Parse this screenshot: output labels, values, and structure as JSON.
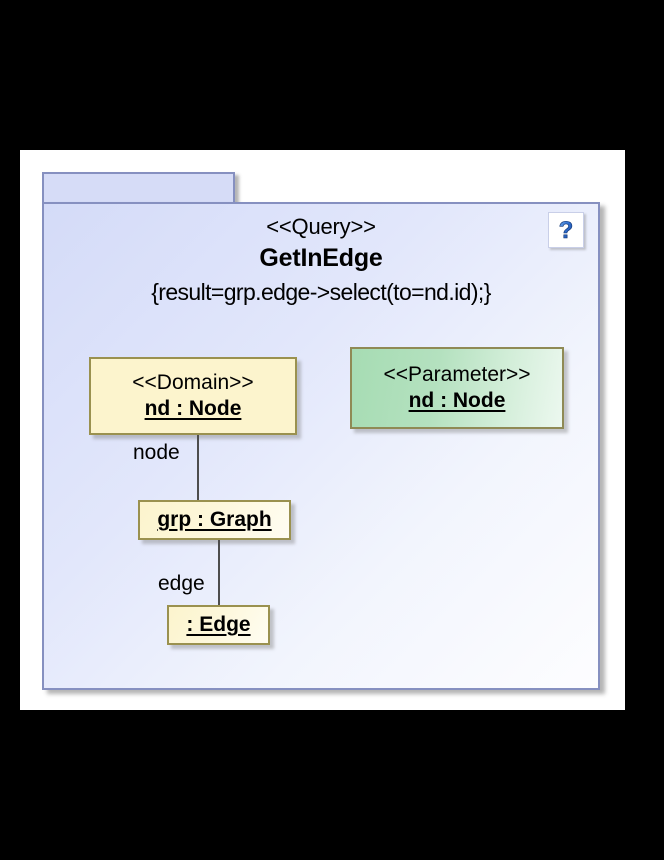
{
  "canvas": {
    "background": "#ffffff",
    "outer_background": "#000000"
  },
  "package": {
    "tab_label": "",
    "stereotype": "<<Query>>",
    "name": "GetInEdge",
    "constraint": "{result=grp.edge->select(to=nd.id);}",
    "fill_start": "#d4dbf8",
    "fill_end": "#fdfdff",
    "border_color": "#8690c0",
    "icon": "question-mark-icon",
    "icon_glyph": "?"
  },
  "objects": [
    {
      "id": "domain-node",
      "stereotype": "<<Domain>>",
      "name": "nd : Node",
      "fill": "#fcf4cd",
      "border": "#9a914f"
    },
    {
      "id": "parameter-node",
      "stereotype": "<<Parameter>>",
      "name": "nd : Node",
      "fill": "#a6dcb3",
      "border": "#8f8a55"
    },
    {
      "id": "graph-instance",
      "stereotype": "",
      "name": "grp : Graph",
      "fill": "#fcf4cd",
      "border": "#9a914f"
    },
    {
      "id": "edge-instance",
      "stereotype": "",
      "name": ": Edge",
      "fill": "#fcf4cd",
      "border": "#9a914f"
    }
  ],
  "links": [
    {
      "id": "link-node",
      "label": "node",
      "from": "domain-node",
      "to": "graph-instance"
    },
    {
      "id": "link-edge",
      "label": "edge",
      "from": "graph-instance",
      "to": "edge-instance"
    }
  ]
}
